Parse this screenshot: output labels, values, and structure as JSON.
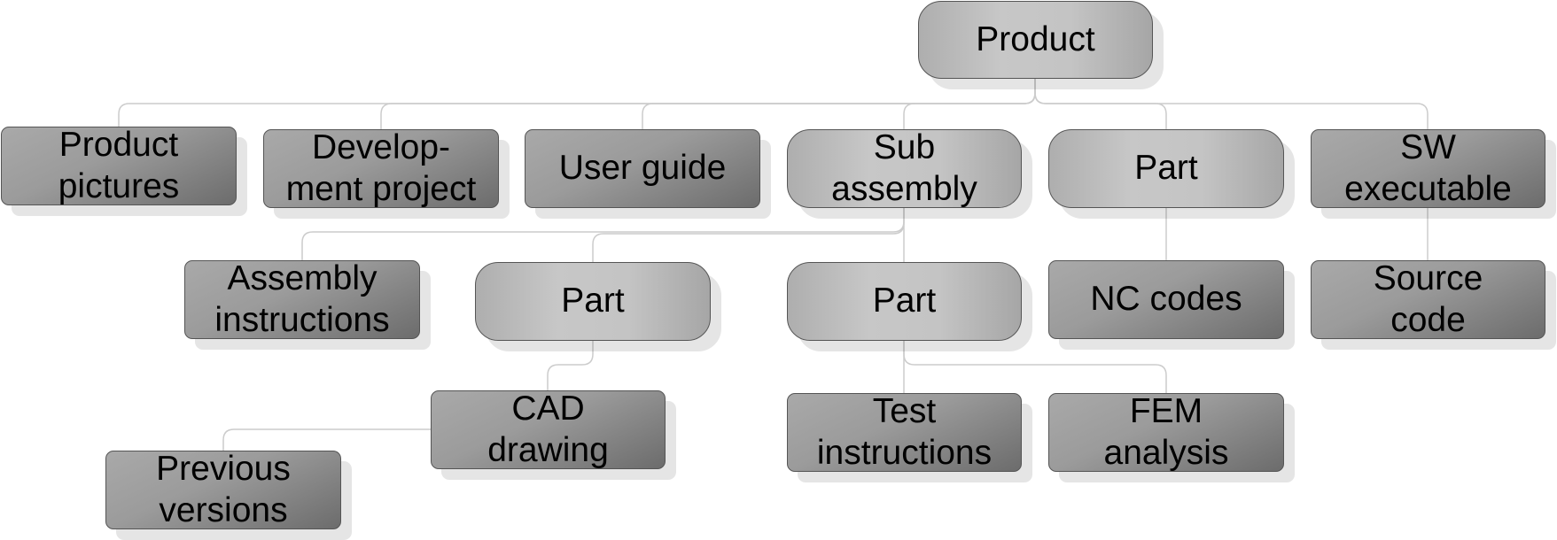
{
  "diagram": {
    "nodes": [
      {
        "id": "product",
        "kind": "item",
        "text": "Product"
      },
      {
        "id": "product-pictures",
        "kind": "doc",
        "text": "Product\npictures"
      },
      {
        "id": "development-project",
        "kind": "doc",
        "text": "Develop-\nment project"
      },
      {
        "id": "user-guide",
        "kind": "doc",
        "text": "User guide"
      },
      {
        "id": "sub-assembly",
        "kind": "item",
        "text": "Sub\nassembly"
      },
      {
        "id": "part-top",
        "kind": "item",
        "text": "Part"
      },
      {
        "id": "sw-executable",
        "kind": "doc",
        "text": "SW\nexecutable"
      },
      {
        "id": "assembly-instructions",
        "kind": "doc",
        "text": "Assembly\ninstructions"
      },
      {
        "id": "part-left",
        "kind": "item",
        "text": "Part"
      },
      {
        "id": "part-mid",
        "kind": "item",
        "text": "Part"
      },
      {
        "id": "nc-codes",
        "kind": "doc",
        "text": "NC codes"
      },
      {
        "id": "source-code",
        "kind": "doc",
        "text": "Source\ncode"
      },
      {
        "id": "cad-drawing",
        "kind": "doc",
        "text": "CAD\ndrawing"
      },
      {
        "id": "test-instructions",
        "kind": "doc",
        "text": "Test\ninstructions"
      },
      {
        "id": "fem-analysis",
        "kind": "doc",
        "text": "FEM\nanalysis"
      },
      {
        "id": "previous-versions",
        "kind": "doc",
        "text": "Previous\nversions"
      }
    ],
    "edges": [
      {
        "from": "product",
        "to": "product-pictures"
      },
      {
        "from": "product",
        "to": "development-project"
      },
      {
        "from": "product",
        "to": "user-guide"
      },
      {
        "from": "product",
        "to": "sub-assembly"
      },
      {
        "from": "product",
        "to": "part-top"
      },
      {
        "from": "product",
        "to": "sw-executable"
      },
      {
        "from": "sub-assembly",
        "to": "assembly-instructions"
      },
      {
        "from": "sub-assembly",
        "to": "part-left"
      },
      {
        "from": "sub-assembly",
        "to": "part-mid"
      },
      {
        "from": "part-top",
        "to": "nc-codes"
      },
      {
        "from": "sw-executable",
        "to": "source-code"
      },
      {
        "from": "part-left",
        "to": "cad-drawing"
      },
      {
        "from": "part-mid",
        "to": "test-instructions"
      },
      {
        "from": "part-mid",
        "to": "fem-analysis"
      },
      {
        "from": "cad-drawing",
        "to": "previous-versions"
      }
    ],
    "colors": {
      "connector": "#cccccc",
      "border": "#555555"
    }
  }
}
